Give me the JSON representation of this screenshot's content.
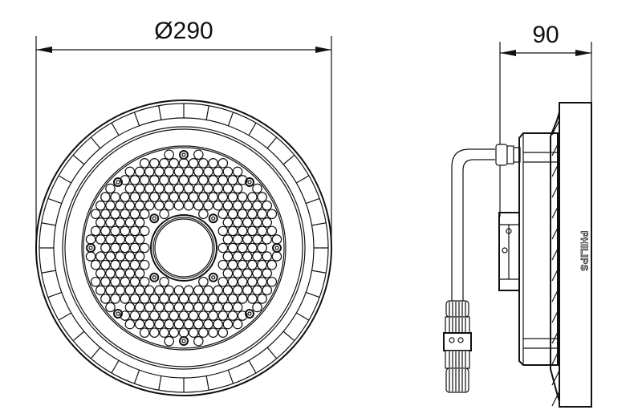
{
  "drawing": {
    "front_view": {
      "dimension_label": "Ø290"
    },
    "side_view": {
      "dimension_label": "90",
      "brand_label": "PHILIPS"
    },
    "line_color": "#111111",
    "background_color": "#ffffff"
  }
}
